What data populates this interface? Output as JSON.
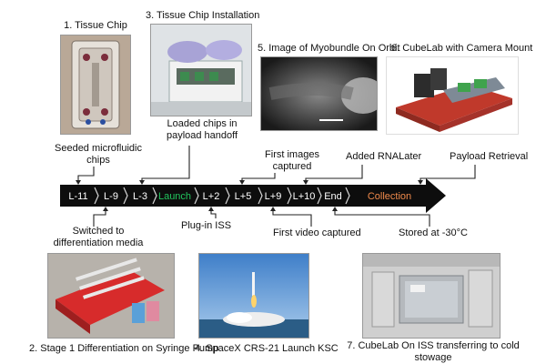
{
  "colors": {
    "timeline_bg": "#0d0d0d",
    "launch_text": "#22c55e",
    "collection_text": "#f08a4b",
    "connector": "#222222"
  },
  "panels": {
    "p1": {
      "caption": "1. Tissue Chip"
    },
    "p2": {
      "caption": "2. Stage 1 Differentiation on Syringe Pump"
    },
    "p3": {
      "caption": "3. Tissue Chip Installation"
    },
    "p4": {
      "caption": "4. SpaceX CRS-21 Launch KSC"
    },
    "p5": {
      "caption": "5. Image of Myobundle  On Orbit"
    },
    "p6": {
      "caption": "6. CubeLab with Camera Mount"
    },
    "p7": {
      "caption_line1": "7. CubeLab On ISS transferring to cold",
      "caption_line2": "stowage"
    }
  },
  "annotations": {
    "seeded": {
      "line1": "Seeded microfluidic",
      "line2": "chips"
    },
    "loaded": {
      "line1": "Loaded chips in",
      "line2": "payload handoff"
    },
    "first_images": {
      "line1": "First images",
      "line2": "captured"
    },
    "rnalater": {
      "text": "Added RNALater"
    },
    "retrieval": {
      "text": "Payload Retrieval"
    },
    "switched": {
      "line1": "Switched to",
      "line2": "differentiation media"
    },
    "plugin": {
      "text": "Plug-in ISS"
    },
    "first_video": {
      "text": "First video captured"
    },
    "stored": {
      "text": "Stored at -30°C"
    }
  },
  "timeline": {
    "segments": [
      "L-11",
      "L-9",
      "L-3",
      "Launch",
      "L+2",
      "L+5",
      "L+9",
      "L+10",
      "End",
      "Collection"
    ]
  }
}
